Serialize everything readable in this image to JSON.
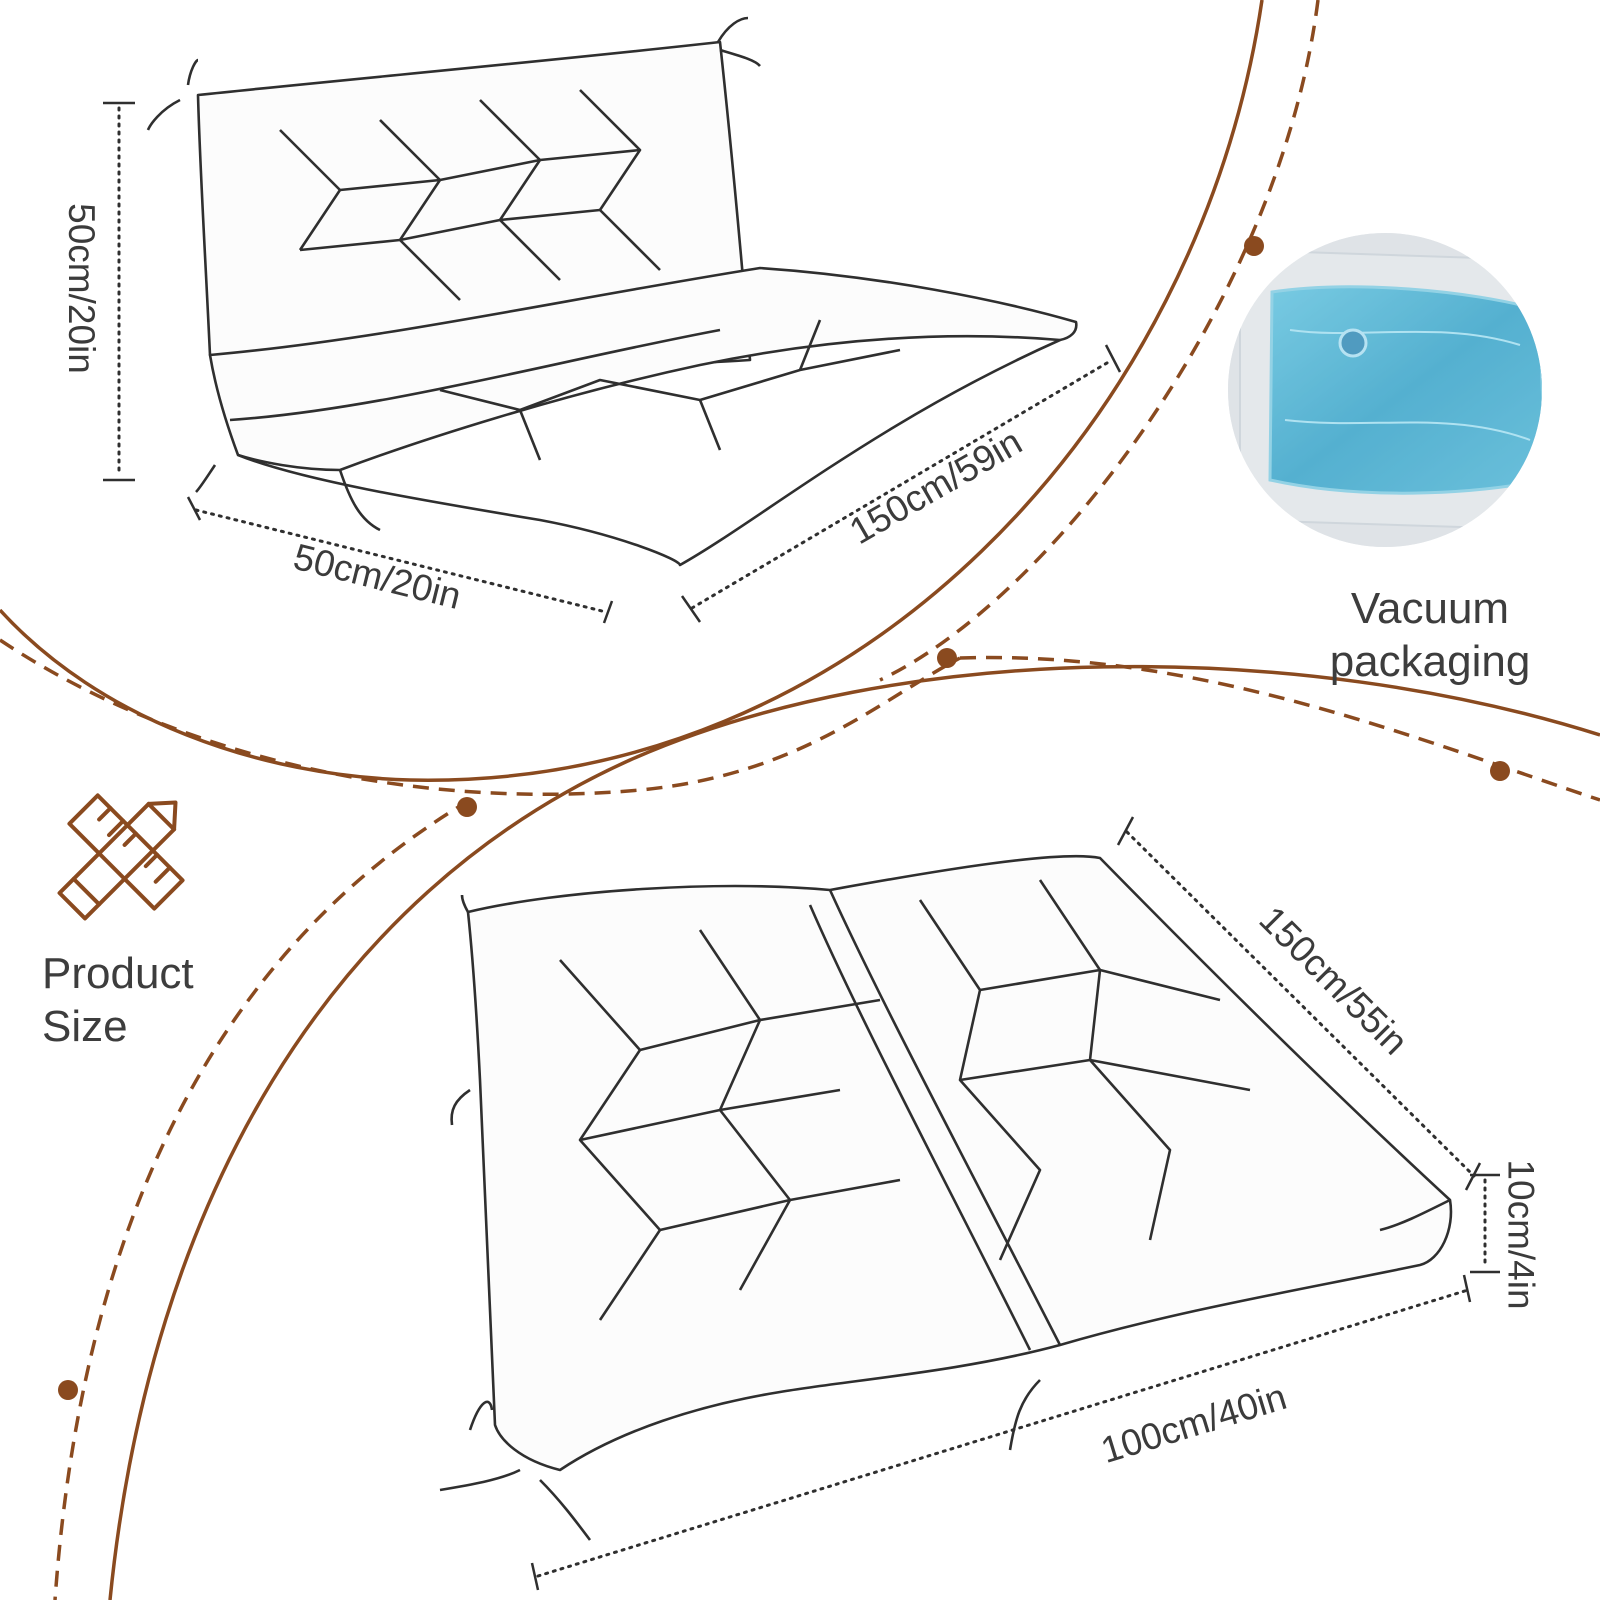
{
  "colors": {
    "accent": "#8a4a1f",
    "line": "#2f2f2f",
    "label": "#3b3b3b",
    "vacuum_bag": "#3aa6c9"
  },
  "dimensions": {
    "back_height": "50cm/20in",
    "back_width": "150cm/59in",
    "seat_depth": "50cm/20in",
    "mat_length": "150cm/55in",
    "mat_thickness": "10cm/4in",
    "mat_width": "100cm/40in"
  },
  "vacuum": {
    "caption_line1": "Vacuum",
    "caption_line2": "packaging"
  },
  "product_size": {
    "icon": "ruler-pencil-icon",
    "caption_line1": "Product",
    "caption_line2": "Size"
  }
}
